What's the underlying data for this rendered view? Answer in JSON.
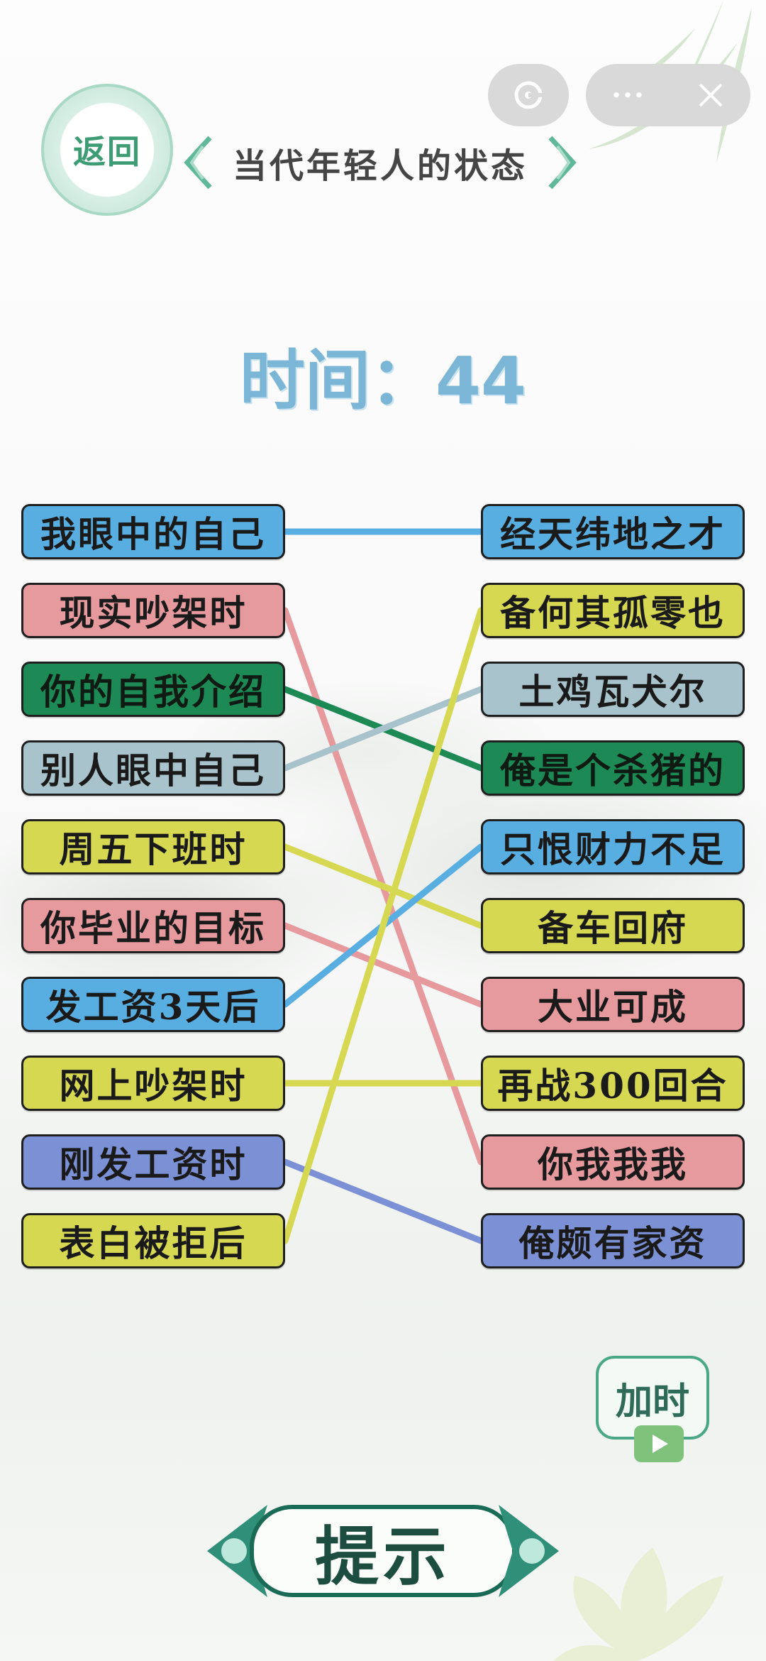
{
  "header": {
    "back_label": "返回",
    "title": "当代年轻人的状态"
  },
  "timer": {
    "label": "时间：",
    "value": "44"
  },
  "left_items": [
    {
      "label": "我眼中的自己",
      "color": "#58aee0"
    },
    {
      "label": "现实吵架时",
      "color": "#e69a9e"
    },
    {
      "label": "你的自我介绍",
      "color": "#1d8a56"
    },
    {
      "label": "别人眼中自己",
      "color": "#a8c3cb"
    },
    {
      "label": "周五下班时",
      "color": "#d7d852"
    },
    {
      "label": "你毕业的目标",
      "color": "#e69a9e"
    },
    {
      "label": "发工资3天后",
      "color": "#58aee0"
    },
    {
      "label": "网上吵架时",
      "color": "#d7d852"
    },
    {
      "label": "刚发工资时",
      "color": "#7b90d5"
    },
    {
      "label": "表白被拒后",
      "color": "#d7d852"
    }
  ],
  "right_items": [
    {
      "label": "经天纬地之才",
      "color": "#58aee0"
    },
    {
      "label": "备何其孤零也",
      "color": "#d7d852"
    },
    {
      "label": "土鸡瓦犬尔",
      "color": "#a8c3cb"
    },
    {
      "label": "俺是个杀猪的",
      "color": "#1d8a56"
    },
    {
      "label": "只恨财力不足",
      "color": "#58aee0"
    },
    {
      "label": "备车回府",
      "color": "#d7d852"
    },
    {
      "label": "大业可成",
      "color": "#e69a9e"
    },
    {
      "label": "再战300回合",
      "color": "#d7d852"
    },
    {
      "label": "你我我我",
      "color": "#e69a9e"
    },
    {
      "label": "俺颇有家资",
      "color": "#7b90d5"
    }
  ],
  "connections": [
    {
      "from": 0,
      "to": 0,
      "color": "#58aee0"
    },
    {
      "from": 1,
      "to": 8,
      "color": "#e69a9e"
    },
    {
      "from": 2,
      "to": 3,
      "color": "#1d8a56"
    },
    {
      "from": 3,
      "to": 2,
      "color": "#a8c3cb"
    },
    {
      "from": 4,
      "to": 5,
      "color": "#d7d852"
    },
    {
      "from": 5,
      "to": 6,
      "color": "#e69a9e"
    },
    {
      "from": 6,
      "to": 4,
      "color": "#58aee0"
    },
    {
      "from": 7,
      "to": 7,
      "color": "#d7d852"
    },
    {
      "from": 8,
      "to": 9,
      "color": "#7b90d5"
    },
    {
      "from": 9,
      "to": 1,
      "color": "#d7d852"
    }
  ],
  "buttons": {
    "add_time_label": "加时",
    "hint_label": "提示"
  },
  "icons": {
    "share": "share-icon",
    "menu": "more-dots-icon",
    "close": "close-icon",
    "video": "video-icon"
  }
}
